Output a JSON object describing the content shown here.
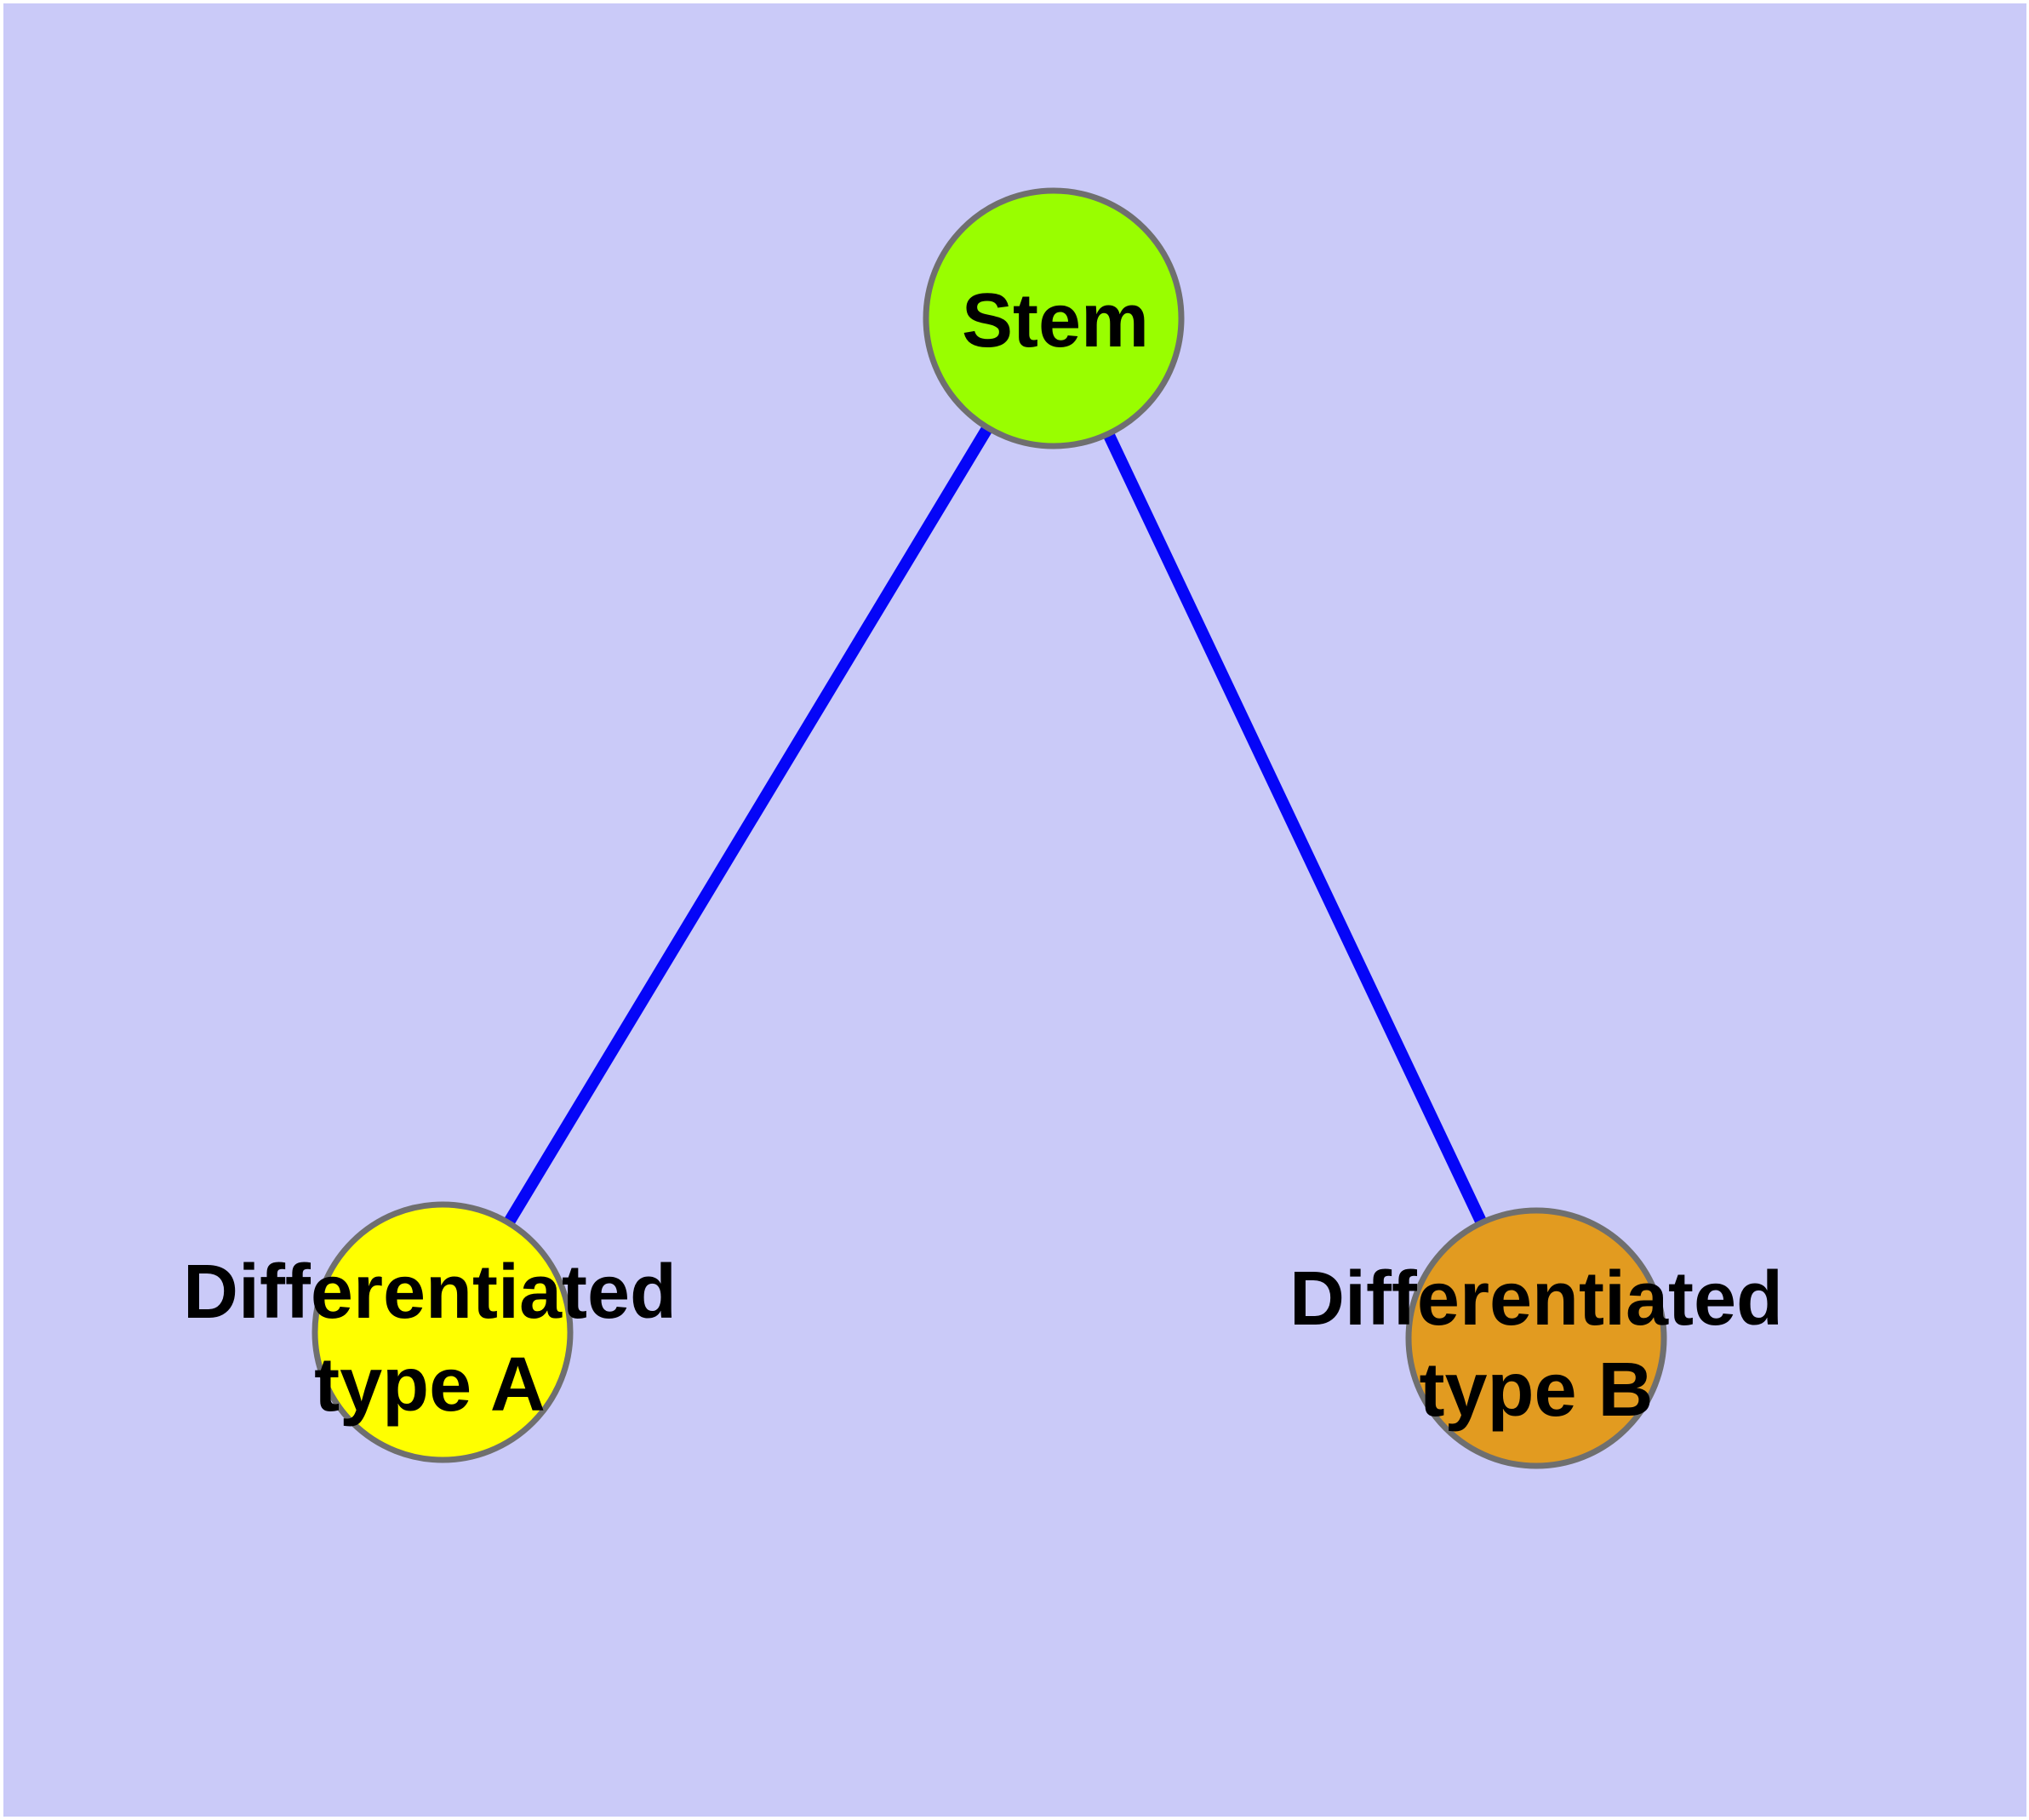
{
  "diagram": {
    "background_color": "#cacaf8",
    "margin_color": "#ffffff",
    "edge_color": "#0505f8",
    "node_border_color": "#6f6f6f",
    "label_color": "#000000",
    "nodes": [
      {
        "id": "stem",
        "label": "Stem",
        "label_line1": "Stem",
        "label_line2": "",
        "fill": "#99fe00"
      },
      {
        "id": "type_a",
        "label": "Differentiated type A",
        "label_line1": "Differentiated",
        "label_line2": "type A",
        "fill": "#ffff00"
      },
      {
        "id": "type_b",
        "label": "Differentiated type B",
        "label_line1": "Differentiated",
        "label_line2": "type B",
        "fill": "#e29b20"
      }
    ],
    "edges": [
      {
        "from": "Stem",
        "to": "Differentiated type A"
      },
      {
        "from": "Stem",
        "to": "Differentiated type B"
      }
    ]
  }
}
